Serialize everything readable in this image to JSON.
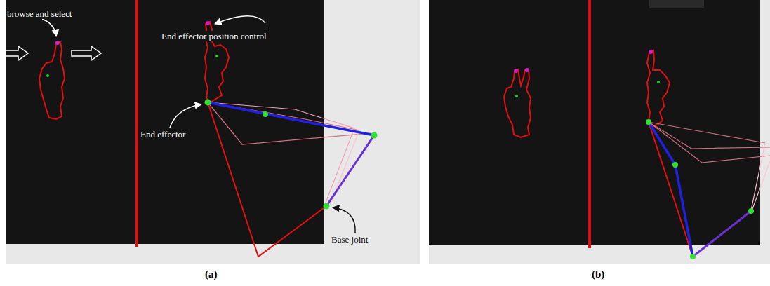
{
  "diagram": {
    "labels": [
      "browse and select",
      "End effector position control",
      "End effector",
      "Base joint",
      "(a)",
      "(b)"
    ]
  }
}
